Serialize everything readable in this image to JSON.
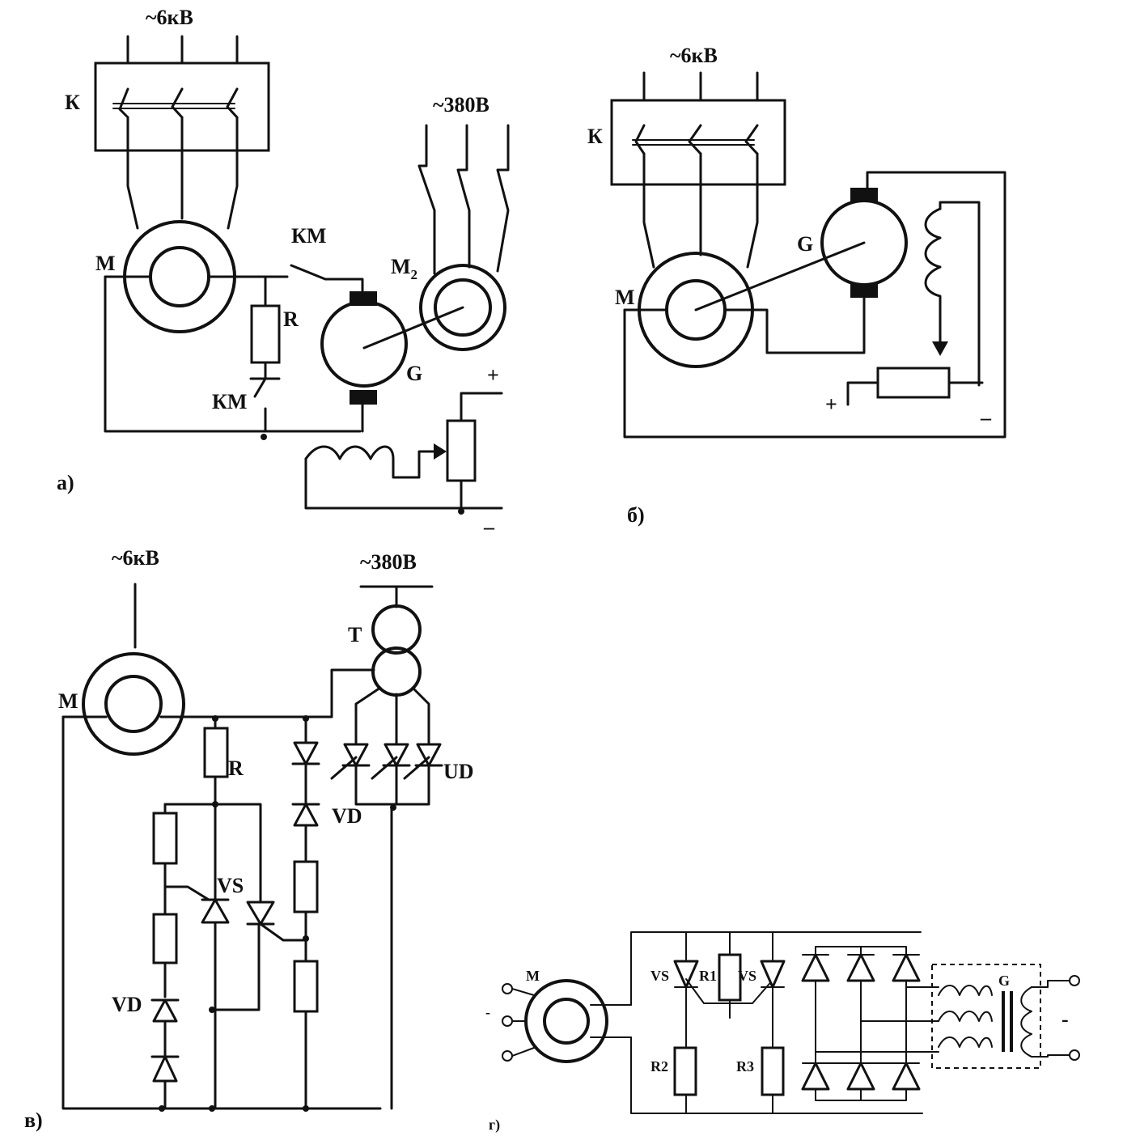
{
  "diagram_a": {
    "voltage_hv": "~6кВ",
    "voltage_lv": "~380В",
    "switch_k": "К",
    "motor_m": "М",
    "motor_m2": "М",
    "motor_m2_sub": "2",
    "contactor_top": "КМ",
    "contactor_bottom": "КМ",
    "resistor_r": "R",
    "generator_g": "G",
    "plus": "+",
    "minus": "–",
    "caption": "а)"
  },
  "diagram_b": {
    "voltage_hv": "~6кВ",
    "switch_k": "К",
    "generator_g": "G",
    "motor_m": "М",
    "plus": "+",
    "minus": "–",
    "caption": "б)"
  },
  "diagram_v": {
    "voltage_hv": "~6кВ",
    "voltage_lv": "~380В",
    "transformer_t": "Т",
    "motor_m": "М",
    "resistor_r": "R",
    "bridge_ud": "UD",
    "diode_vd_top": "VD",
    "thyristor_vs": "VS",
    "diode_vd_bottom": "VD",
    "caption": "в)"
  },
  "diagram_g": {
    "motor_m": "М",
    "thyristor_vs_left": "VS",
    "resistor_r1": "R1",
    "thyristor_vs_right": "VS",
    "resistor_r2": "R2",
    "resistor_r3": "R3",
    "generator_g": "G",
    "input_dash": "-",
    "output_minus": "-",
    "caption": "г)"
  }
}
